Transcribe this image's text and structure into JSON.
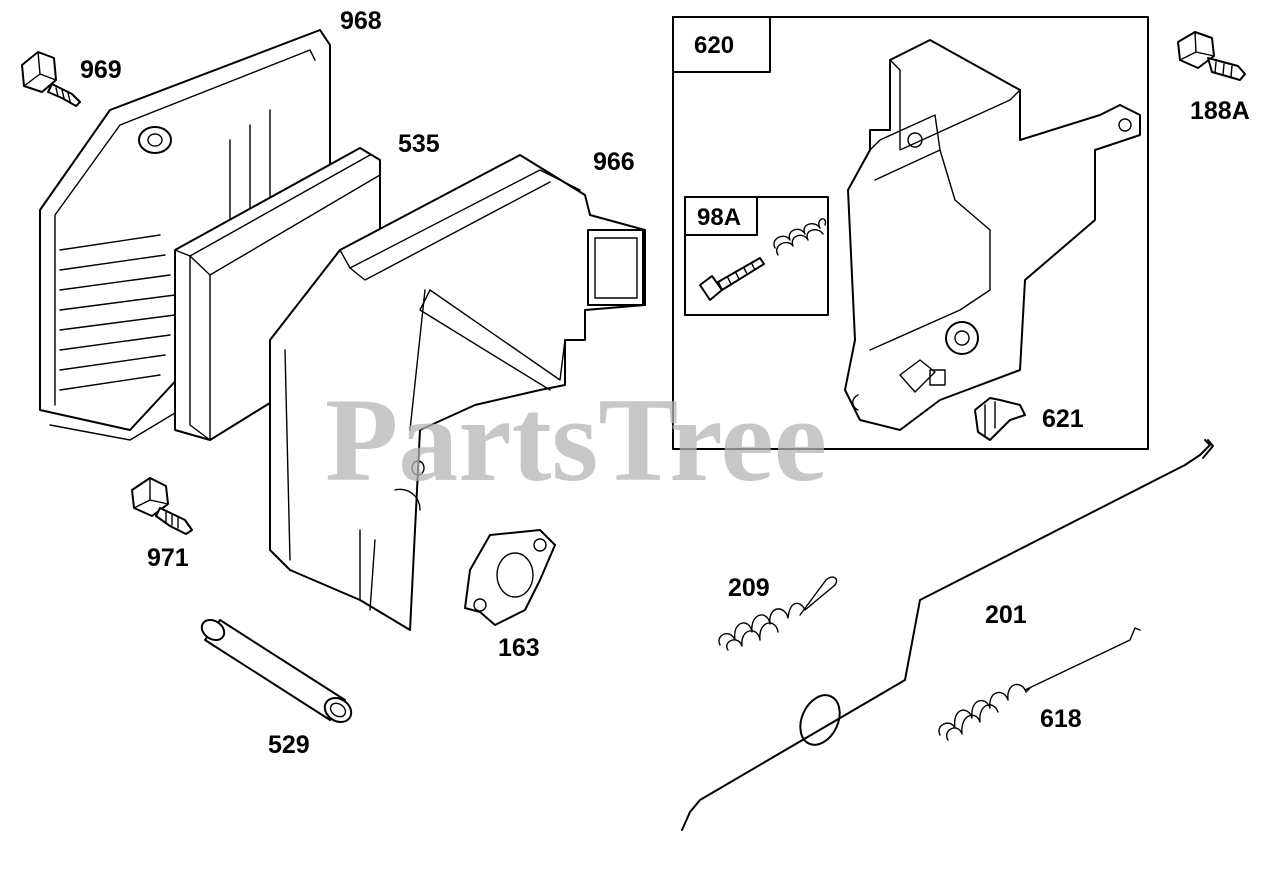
{
  "watermark": "PartsTree",
  "callouts": {
    "p968": "968",
    "p969": "969",
    "p535": "535",
    "p966": "966",
    "p971": "971",
    "p529": "529",
    "p163": "163",
    "p620": "620",
    "p98A": "98A",
    "p621": "621",
    "p188A": "188A",
    "p209": "209",
    "p201": "201",
    "p618": "618"
  }
}
